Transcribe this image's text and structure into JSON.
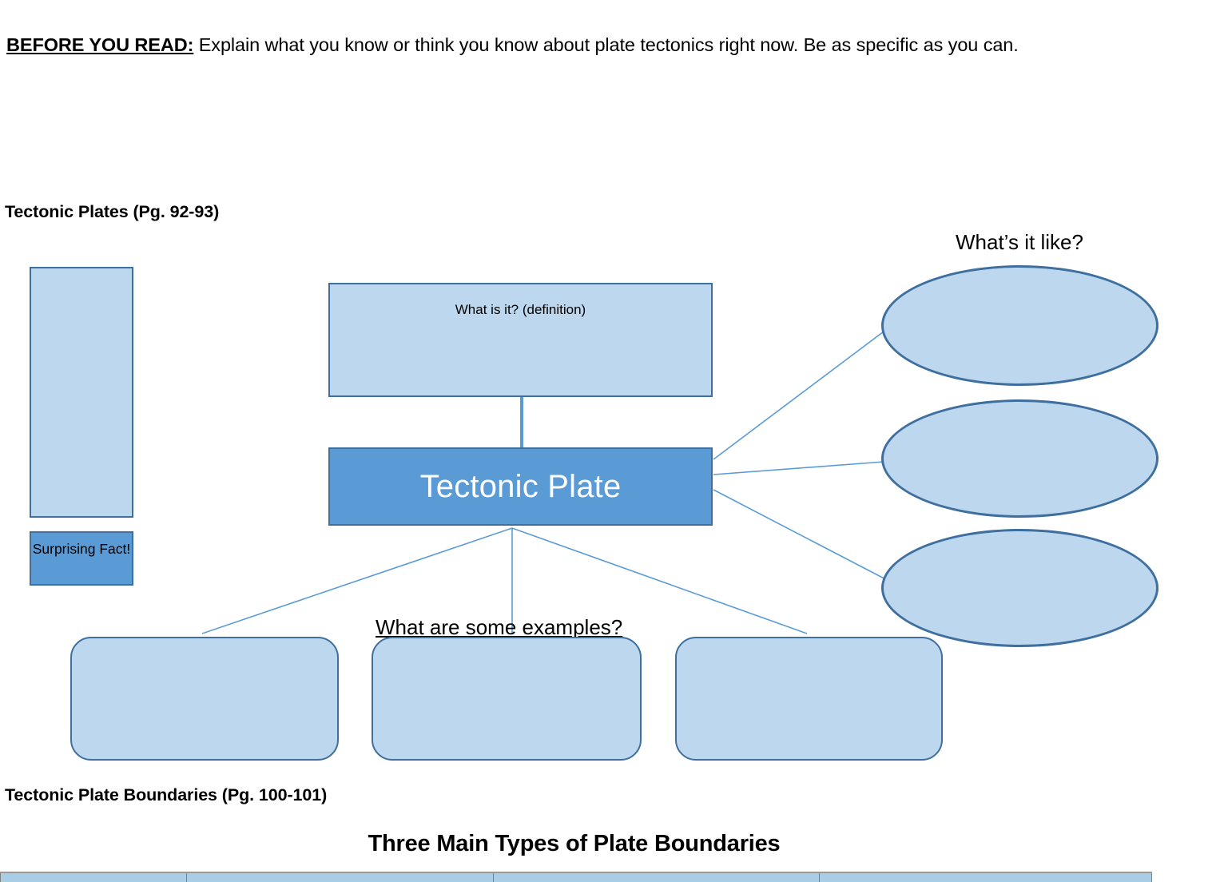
{
  "intro": {
    "lead": "BEFORE YOU READ:",
    "body": " Explain what you know or think you know about plate tectonics right now.  Be as specific as you can."
  },
  "headings": {
    "plates": "Tectonic Plates (Pg. 92-93)",
    "boundaries": "Tectonic Plate Boundaries (Pg. 100-101)"
  },
  "concept_map": {
    "center_label": "Tectonic Plate",
    "definition_label": "What is it? (definition)",
    "surprising_fact_label": "Surprising Fact!",
    "blank_tall_label": "",
    "whats_it_like_label": "What’s it like?",
    "examples_label": "What are some examples?",
    "attribute_ovals": [
      "",
      "",
      ""
    ],
    "example_boxes": [
      "",
      "",
      ""
    ]
  },
  "table": {
    "title": "Three Main Types of Plate Boundaries",
    "columns": [
      "",
      "",
      "",
      ""
    ],
    "rows": [
      [
        "",
        "",
        "",
        ""
      ]
    ]
  },
  "colors": {
    "fill_light": "#bdd7ee",
    "fill_accent": "#5b9bd5",
    "stroke": "#3e6f9e",
    "connector": "#5b9bd5",
    "table_cell": "#a8cde4",
    "text": "#000000",
    "text_on_accent": "#ffffff"
  }
}
